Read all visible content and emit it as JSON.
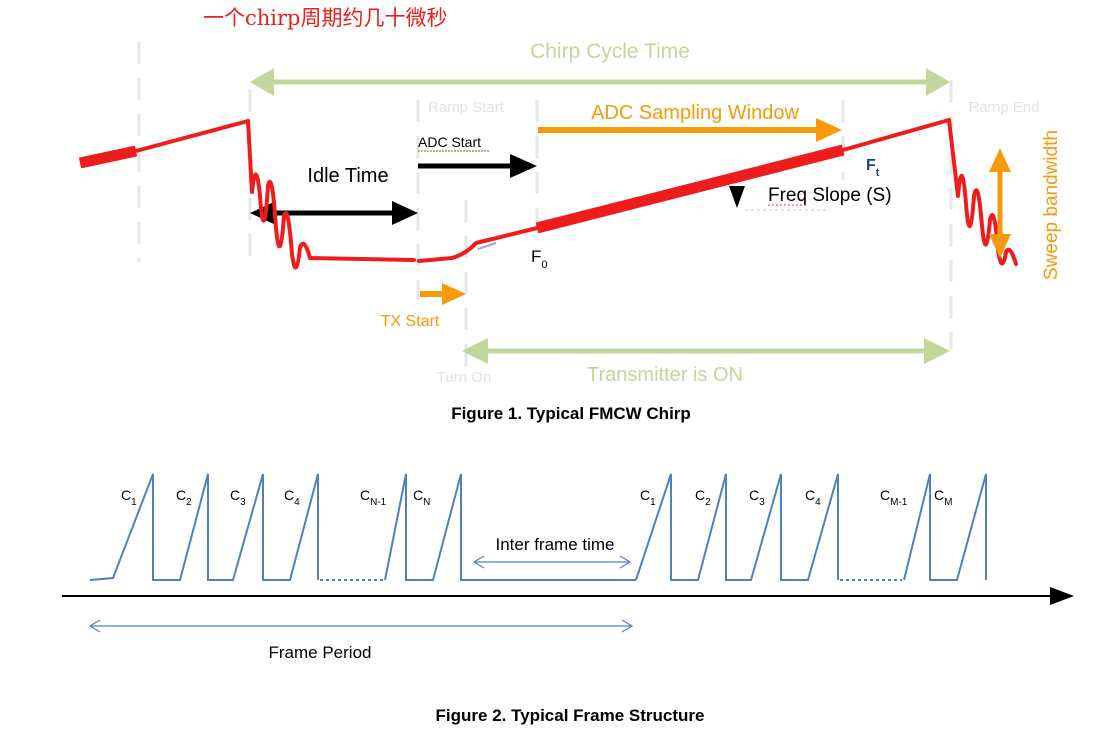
{
  "annotation": {
    "text": "一个chirp周期约几十微秒"
  },
  "figure1": {
    "caption": "Figure 1. Typical FMCW Chirp",
    "labels": {
      "chirp_cycle_time": "Chirp Cycle Time",
      "ramp_start": "Ramp Start",
      "ramp_end": "Ramp End",
      "adc_sampling_window": "ADC Sampling Window",
      "adc_start": "ADC  Start",
      "idle_time": "Idle Time",
      "ft_main": "F",
      "ft_sub": "t",
      "freq_slope": "Freq Slope (S)",
      "f0_main": "F",
      "f0_sub": "0",
      "sweep_bandwidth": "Sweep bandwidth",
      "tx_start": "TX Start",
      "turn_on": "Turn On",
      "transmitter_on": "Transmitter is ON"
    },
    "colors": {
      "chirp": "#ee1c1c",
      "green": "#c3d69b",
      "orange": "#f79a0a",
      "faint": "#e8e8e8",
      "black": "#000000",
      "navy": "#1f3f8f"
    }
  },
  "figure2": {
    "caption": "Figure 2. Typical Frame Structure",
    "group1": [
      {
        "main": "C",
        "sub": "1"
      },
      {
        "main": "C",
        "sub": "2"
      },
      {
        "main": "C",
        "sub": "3"
      },
      {
        "main": "C",
        "sub": "4"
      },
      {
        "main": "C",
        "sub": "N-1"
      },
      {
        "main": "C",
        "sub": "N"
      }
    ],
    "group2": [
      {
        "main": "C",
        "sub": "1"
      },
      {
        "main": "C",
        "sub": "2"
      },
      {
        "main": "C",
        "sub": "3"
      },
      {
        "main": "C",
        "sub": "4"
      },
      {
        "main": "C",
        "sub": "M-1"
      },
      {
        "main": "C",
        "sub": "M"
      }
    ],
    "inter_frame_time": "Inter frame time",
    "frame_period": "Frame Period",
    "colors": {
      "chirp": "#4f81bd",
      "axis": "#000000"
    }
  }
}
